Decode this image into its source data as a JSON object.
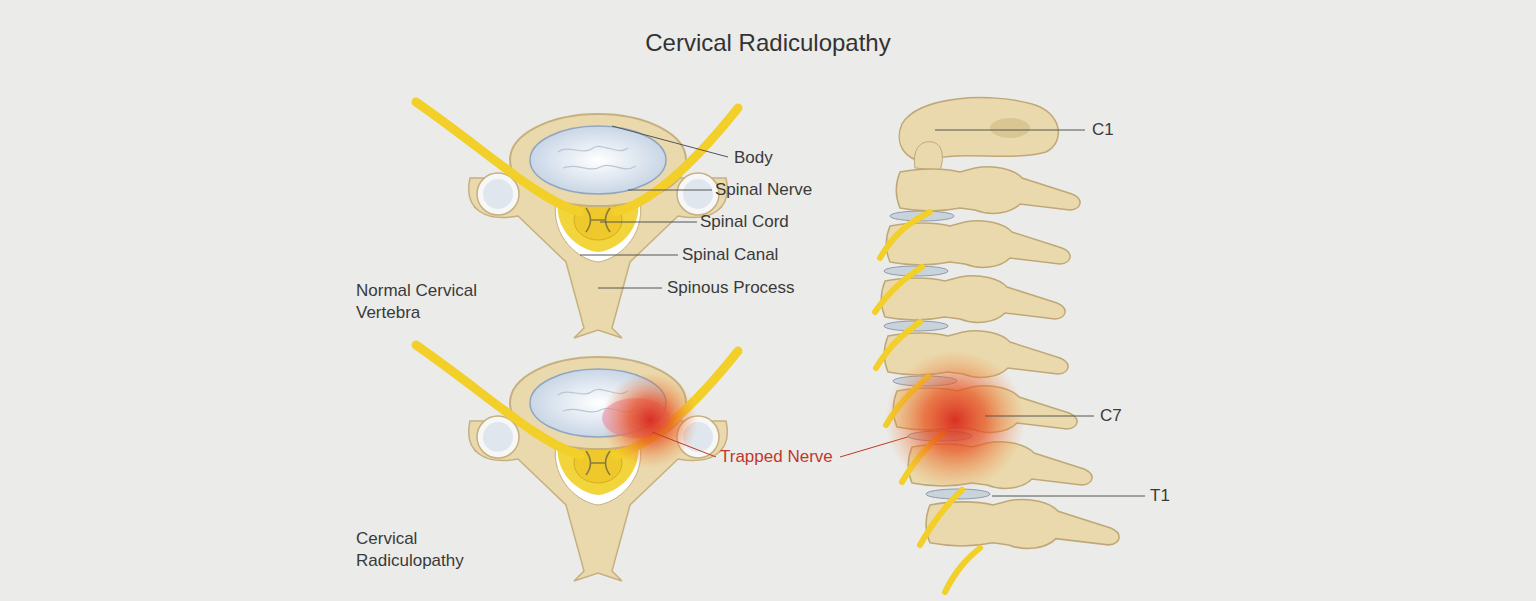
{
  "diagram": {
    "title": "Cervical Radiculopathy",
    "labels": [
      "Body",
      "Spinal Nerve",
      "Spinal Cord",
      "Spinal Canal",
      "Spinous Process",
      "Normal Cervical Vertebra",
      "Cervical Radiculopathy",
      "Trapped Nerve",
      "C1",
      "C7",
      "T1"
    ]
  }
}
